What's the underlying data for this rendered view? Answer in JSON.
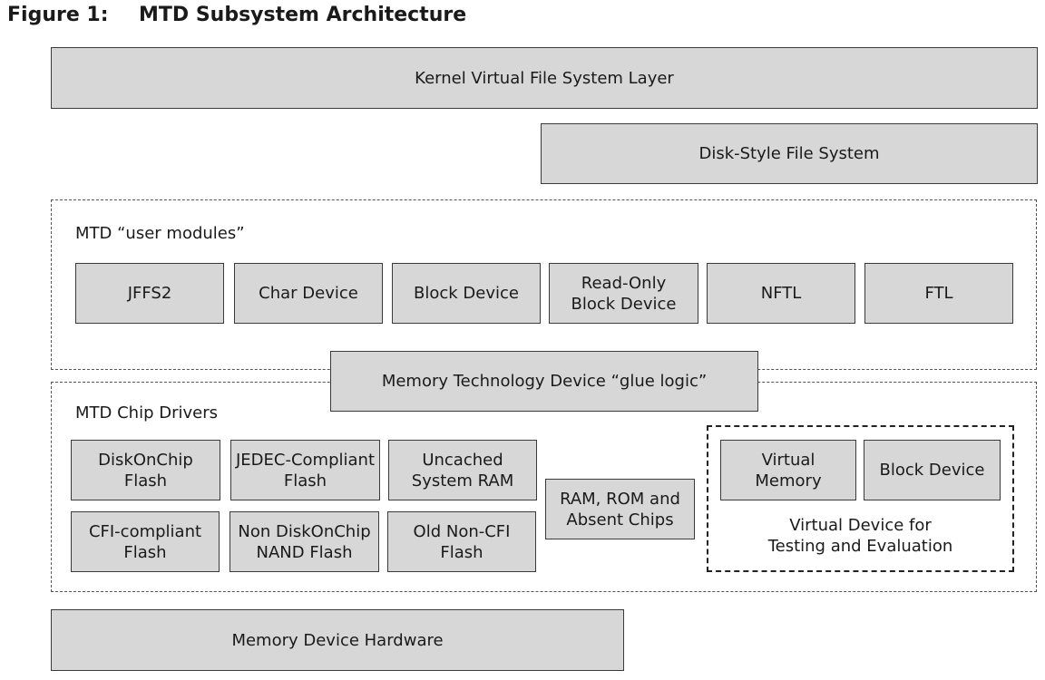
{
  "figure": {
    "number": "Figure 1:",
    "title": "MTD Subsystem Architecture"
  },
  "layers": {
    "kernel_vfs": "Kernel Virtual File System Layer",
    "disk_style_fs": "Disk-Style File System",
    "glue_logic": "Memory Technology Device “glue logic”",
    "hardware": "Memory Device Hardware"
  },
  "user_modules": {
    "label": "MTD “user modules”",
    "items": [
      "JFFS2",
      "Char Device",
      "Block Device",
      "Read-Only\nBlock Device",
      "NFTL",
      "FTL"
    ]
  },
  "chip_drivers": {
    "label": "MTD Chip Drivers",
    "items": [
      "DiskOnChip\nFlash",
      "JEDEC-Compliant\nFlash",
      "Uncached\nSystem RAM",
      "CFI-compliant\nFlash",
      "Non DiskOnChip\nNAND Flash",
      "Old Non-CFI\nFlash",
      "RAM, ROM and\nAbsent Chips"
    ],
    "virtual_device": {
      "items": [
        "Virtual\nMemory",
        "Block Device"
      ],
      "caption": "Virtual Device for\nTesting and Evaluation"
    }
  }
}
